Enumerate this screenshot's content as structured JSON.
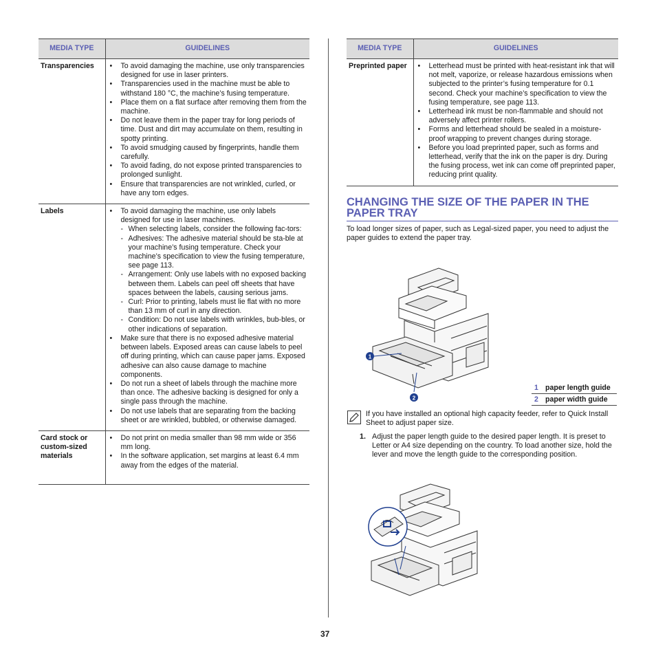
{
  "left_table": {
    "headers": {
      "type": "MEDIA TYPE",
      "guidelines": "GUIDELINES"
    },
    "rows": [
      {
        "type": "Transparencies",
        "items": [
          {
            "text": "To avoid damaging the machine, use only transparencies designed for use in laser printers."
          },
          {
            "text": "Transparencies used in the machine must be able to withstand 180 °C, the machine’s fusing temperature."
          },
          {
            "text": "Place them on a flat surface after removing them from the machine."
          },
          {
            "text": "Do not leave them in the paper tray for long periods of time. Dust and dirt may accumulate on them, resulting in spotty printing."
          },
          {
            "text": "To avoid smudging caused by fingerprints, handle them carefully."
          },
          {
            "text": "To avoid fading, do not expose printed transparencies to prolonged sunlight."
          },
          {
            "text": "Ensure that transparencies are not wrinkled, curled, or have any torn edges."
          }
        ]
      },
      {
        "type": "Labels",
        "items": [
          {
            "text": "To avoid damaging the machine, use only labels designed for use in laser machines.",
            "sub": [
              "When selecting labels, consider the following fac-tors:",
              "Adhesives: The adhesive material should be sta-ble at your machine’s fusing temperature. Check your machine’s specification to view the fusing temperature, see page 113.",
              "Arrangement: Only use labels with no exposed backing between them. Labels can peel off sheets that have spaces between the labels, causing serious jams.",
              "Curl: Prior to printing, labels must lie flat with no more than 13 mm of curl in any direction.",
              "Condition: Do not use labels with wrinkles, bub-bles, or other indications of separation."
            ]
          },
          {
            "text": "Make sure that there is no exposed adhesive material between labels. Exposed areas can cause labels to peel off during printing, which can cause paper jams. Exposed adhesive can also cause damage to machine components."
          },
          {
            "text": "Do not run a sheet of labels through the machine more than once. The adhesive backing is designed for only a single pass through the machine."
          },
          {
            "text": "Do not use labels that are separating from the backing sheet or are wrinkled, bubbled, or otherwise damaged."
          }
        ]
      },
      {
        "type": "Card stock or custom-sized materials",
        "items": [
          {
            "text": "Do not print on media smaller than 98 mm wide or 356 mm long."
          },
          {
            "text": "In the software application, set margins at least 6.4 mm away from the edges of the material."
          }
        ]
      }
    ]
  },
  "right_table": {
    "headers": {
      "type": "MEDIA TYPE",
      "guidelines": "GUIDELINES"
    },
    "rows": [
      {
        "type": "Preprinted paper",
        "items": [
          {
            "text": "Letterhead must be printed with heat-resistant ink that will not melt, vaporize, or release hazardous emissions when subjected to the printer’s fusing temperature for 0.1 second. Check your machine’s specification to view the fusing temperature, see page 113."
          },
          {
            "text": "Letterhead ink must be non-flammable and should not adversely affect printer rollers."
          },
          {
            "text": "Forms and letterhead should be sealed in a moisture-proof wrapping to prevent changes during storage."
          },
          {
            "text": "Before you load preprinted paper, such as forms and letterhead, verify that the ink on the paper is dry. During the fusing process, wet ink can come off preprinted paper, reducing print quality."
          }
        ]
      }
    ]
  },
  "section": {
    "title": "CHANGING THE SIZE OF THE PAPER IN THE PAPER TRAY",
    "intro": "To load longer sizes of paper, such as Legal-sized paper, you need to adjust the paper guides to extend the paper tray.",
    "legend": [
      {
        "num": "1",
        "label": "paper length guide"
      },
      {
        "num": "2",
        "label": "paper width guide"
      }
    ],
    "note": "If you have installed an optional high capacity feeder, refer to Quick Install Sheet to adjust paper size.",
    "step": {
      "num": "1.",
      "text": "Adjust the paper length guide to the desired paper length. It is preset to Letter or A4 size depending on the country. To load another size, hold the lever and move the length guide to the corresponding position."
    }
  },
  "bullet": "•",
  "dash": "-",
  "page_number": "37",
  "colors": {
    "accent": "#5b5fb3",
    "header_bg": "#dcdcdc"
  },
  "icons": [
    "note-icon",
    "printer-illustration",
    "callout-1",
    "callout-2"
  ]
}
